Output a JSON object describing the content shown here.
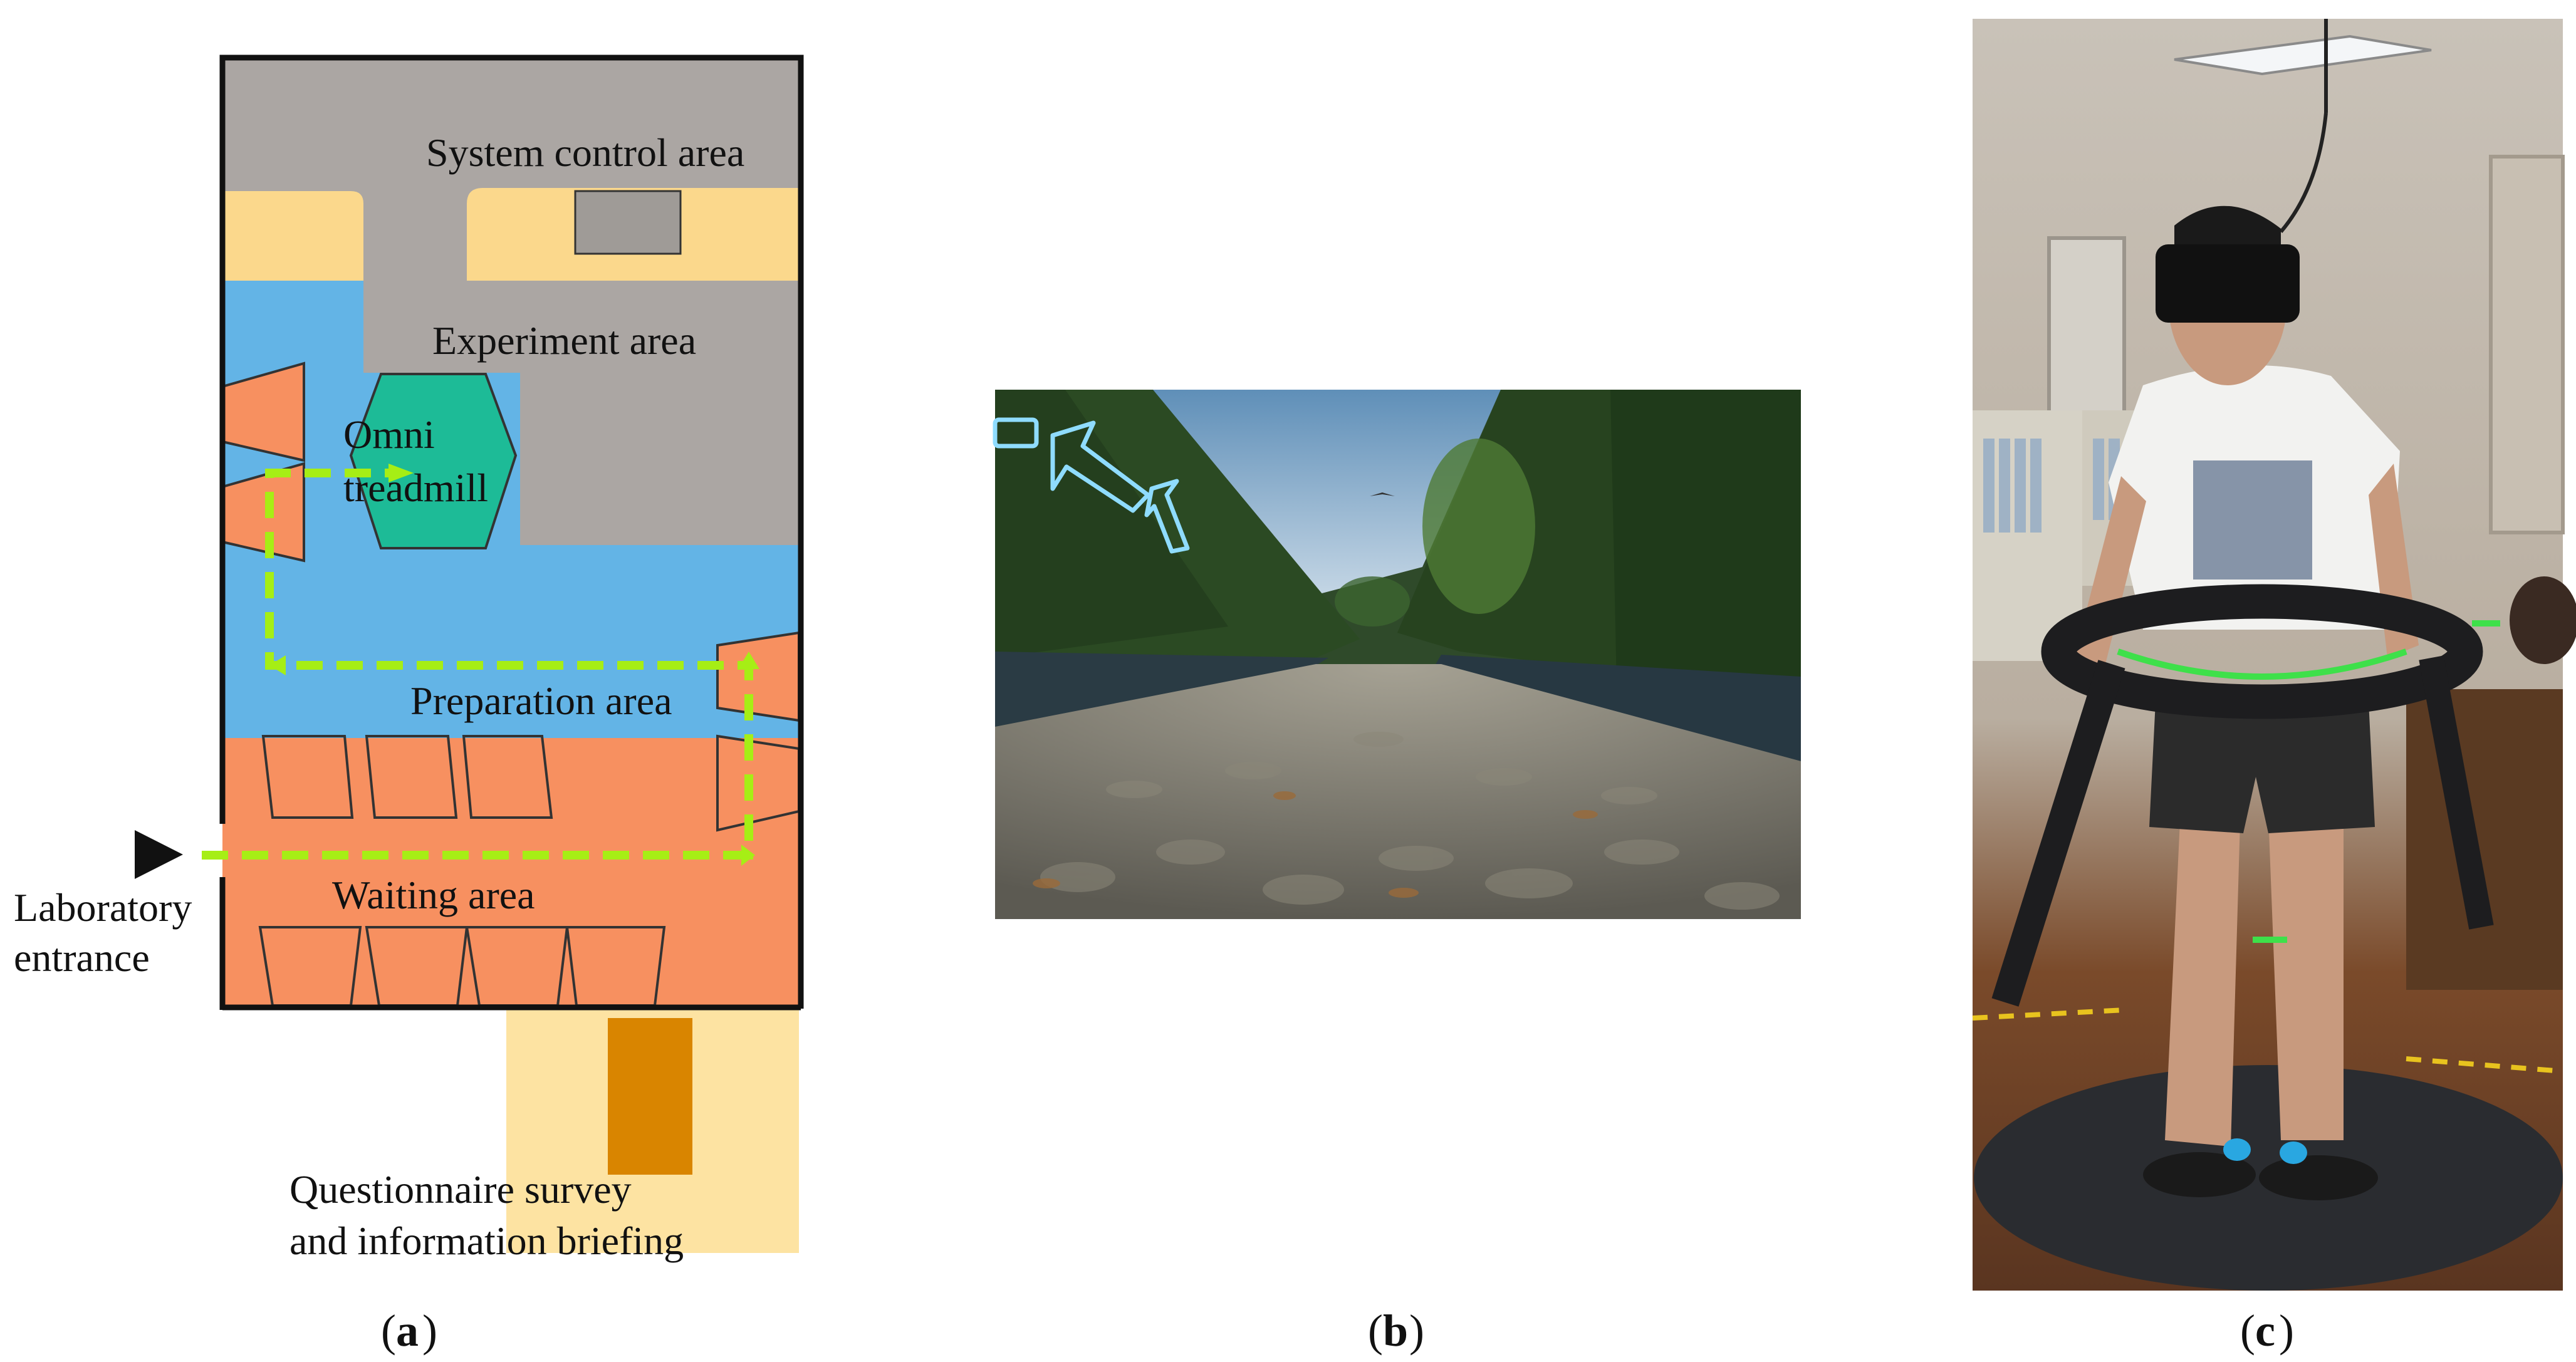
{
  "floor_plan": {
    "labels": {
      "system_control": "System control area",
      "experiment": "Experiment area",
      "omni_line1": "Omni",
      "omni_line2": "treadmill",
      "preparation": "Preparation area",
      "waiting": "Waiting area",
      "entrance_line1": "Laboratory",
      "entrance_line2": "entrance",
      "questionnaire_line1": "Questionnaire survey",
      "questionnaire_line2": "and information briefing"
    },
    "colors": {
      "gray_area": "#aba6a3",
      "blue_area": "#63b4e6",
      "orange_area": "#f79060",
      "yellow_desk": "#fbd88c",
      "light_yellow": "#fde3a2",
      "dark_orange": "#d98500",
      "treadmill": "#1dbb97",
      "path": "#a6ee15"
    }
  },
  "captions": {
    "a": "a",
    "b": "b",
    "c": "c"
  },
  "icons": [
    "entrance-arrow-icon",
    "path-arrow-icon",
    "vr-arrow-icon"
  ]
}
